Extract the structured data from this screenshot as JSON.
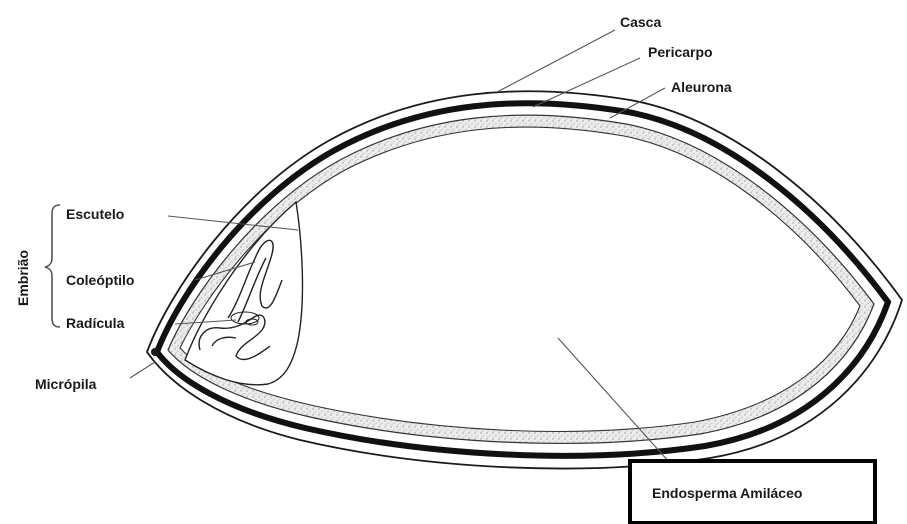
{
  "labels": {
    "casca": "Casca",
    "pericarpo": "Pericarpo",
    "aleurona": "Aleurona",
    "escutelo": "Escutelo",
    "coleoptilo": "Coleóptilo",
    "radicula": "Radícula",
    "micropila": "Micrópila",
    "embriao": "Embrião",
    "endosperma": "Endosperma Amiláceo"
  },
  "colors": {
    "outline": "#1a1a1a",
    "leader": "#555555",
    "aleurone_fill": "#e2e2e2",
    "background": "#ffffff"
  }
}
